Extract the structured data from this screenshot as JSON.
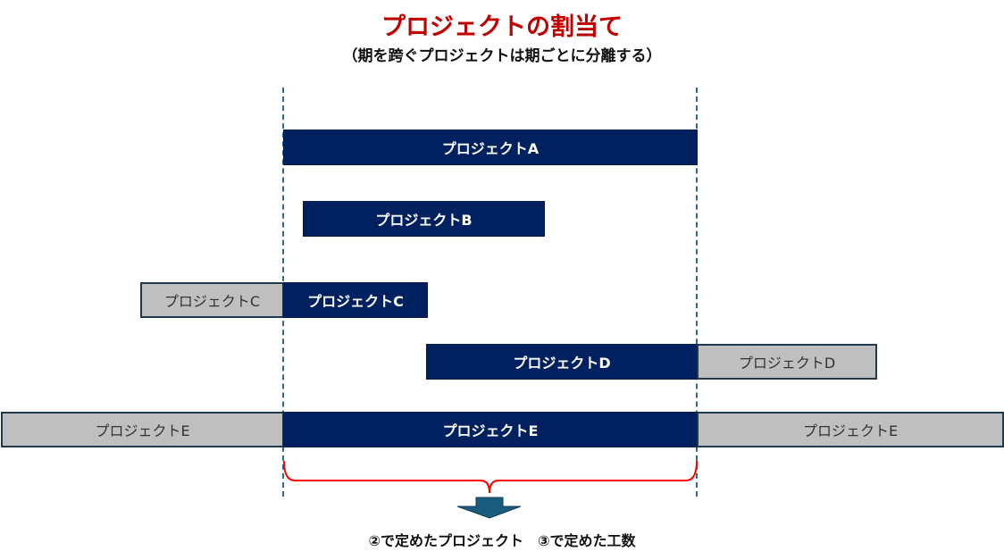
{
  "title": "プロジェクトの割当て",
  "subtitle": "（期を跨ぐプロジェクトは期ごとに分離する）",
  "bars": {
    "a": "プロジェクトA",
    "b": "プロジェクトB",
    "c_out": "プロジェクトC",
    "c_in": "プロジェクトC",
    "d_in": "プロジェクトD",
    "d_out": "プロジェクトD",
    "e_left": "プロジェクトE",
    "e_in": "プロジェクトE",
    "e_right": "プロジェクトE"
  },
  "caption": "②で定めたプロジェクト　③で定めた工数",
  "colors": {
    "title": "#c00000",
    "in_period": "#002060",
    "out_period": "#bfbfbf",
    "brace": "#ff0000",
    "arrow": "#1a5c7e"
  }
}
